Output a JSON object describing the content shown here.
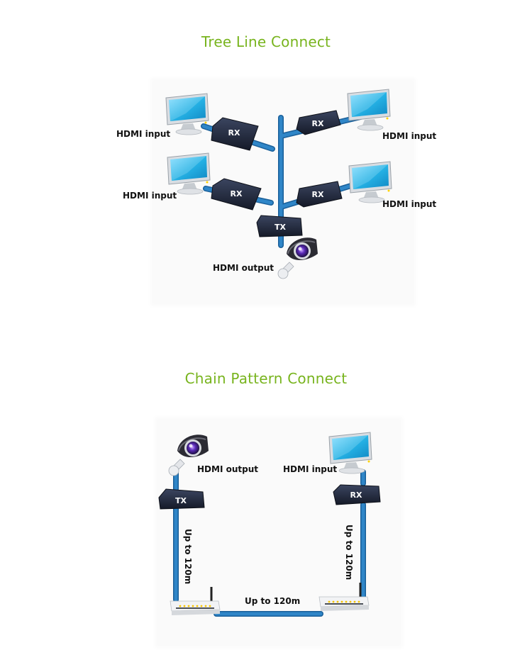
{
  "tree": {
    "title": "Tree Line Connect",
    "labels": {
      "left_top": "HDMI input",
      "right_top": "HDMI input",
      "left_bottom": "HDMI input",
      "right_bottom": "HDMI input",
      "output": "HDMI output"
    },
    "boxes": {
      "rx1": "RX",
      "rx2": "RX",
      "rx3": "RX",
      "rx4": "RX",
      "tx": "TX"
    }
  },
  "chain": {
    "title": "Chain Pattern Connect",
    "labels": {
      "output": "HDMI output",
      "input": "HDMI input",
      "left_distance": "Up to 120m",
      "right_distance": "Up to 120m",
      "bottom_distance": "Up to 120m"
    },
    "boxes": {
      "tx": "TX",
      "rx": "RX"
    }
  },
  "colors": {
    "title": "#78b41e",
    "cable": "#2f86c8",
    "cable_dark": "#1a5f99",
    "device_box": "#1f2638",
    "screen": "#26b3e6"
  },
  "icons": [
    "monitor-icon",
    "camera-icon",
    "router-icon"
  ]
}
